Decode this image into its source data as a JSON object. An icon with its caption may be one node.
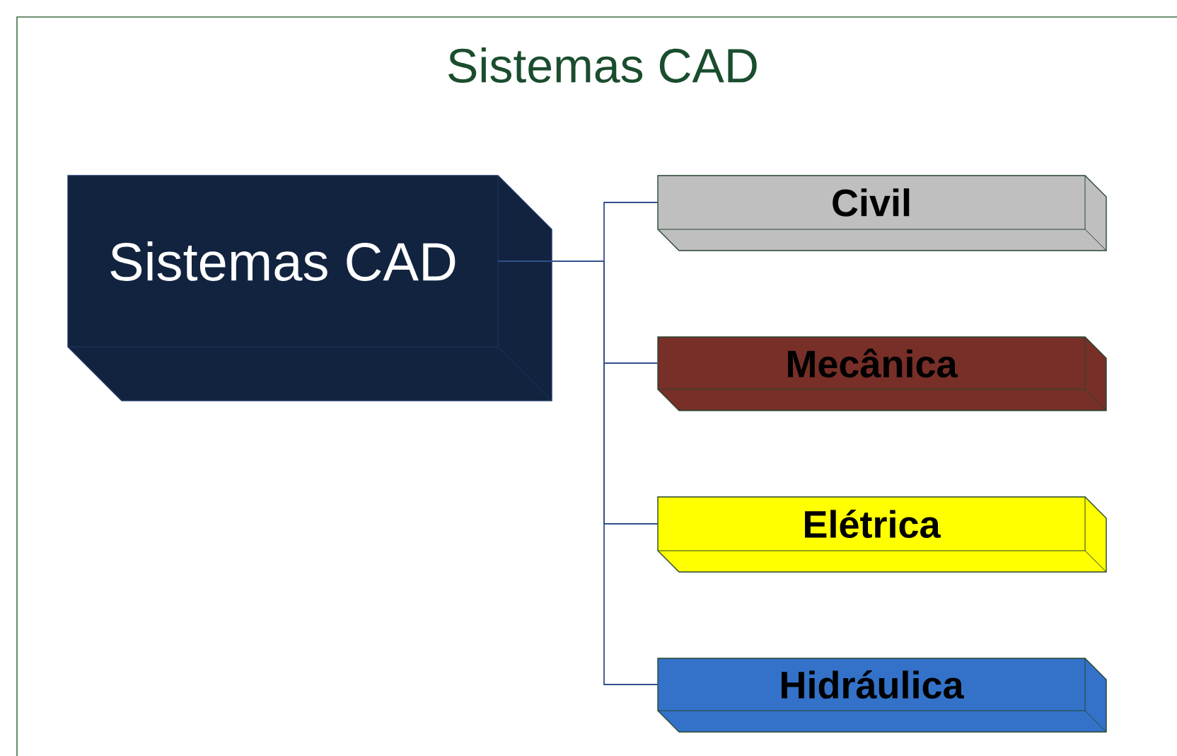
{
  "diagram": {
    "title": "Sistemas CAD",
    "nodes": [
      {
        "text": [
          "Sistemas CAD"
        ]
      },
      {
        "text": [
          "Civil"
        ]
      },
      {
        "text": [
          "Mecânica"
        ]
      },
      {
        "text": [
          "Elétrica"
        ]
      },
      {
        "text": [
          "Hidráulica"
        ]
      }
    ],
    "edges": [
      {
        "from": 0,
        "to": 1,
        "arrow": "none"
      },
      {
        "from": 0,
        "to": 2,
        "arrow": "none"
      },
      {
        "from": 0,
        "to": 3,
        "arrow": "none"
      },
      {
        "from": 0,
        "to": 4,
        "arrow": "none"
      }
    ]
  }
}
